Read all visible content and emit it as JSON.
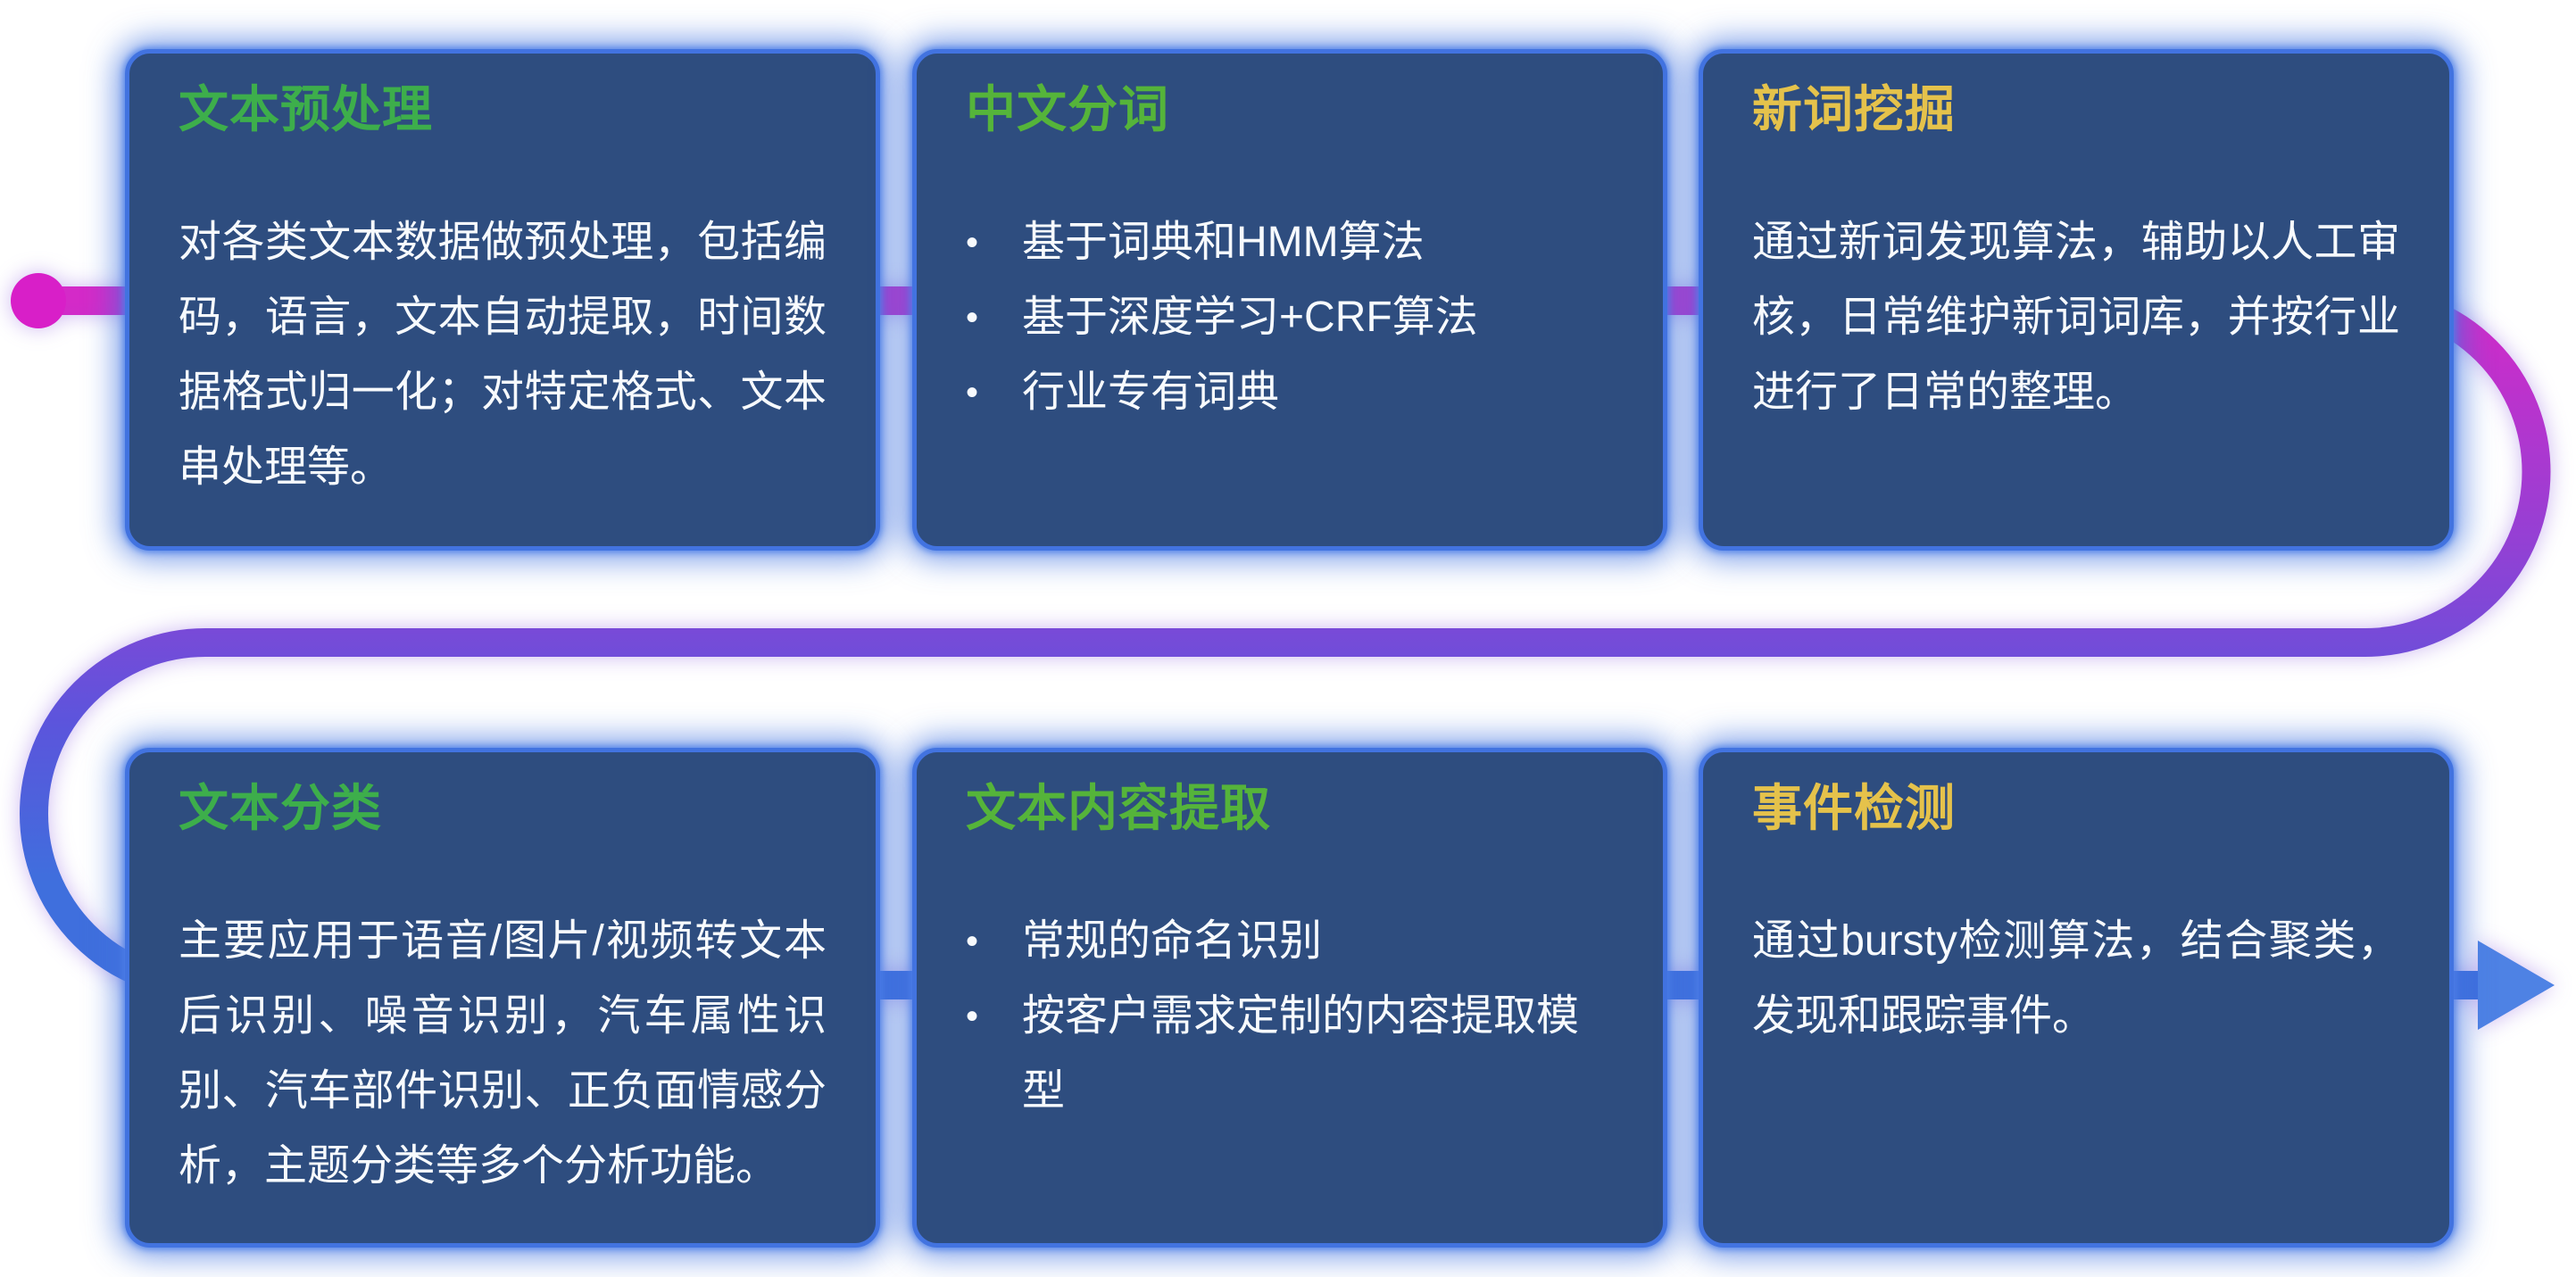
{
  "ui": {
    "bullet": "•"
  },
  "flow": {
    "start_dot_color": "#d81fc8",
    "arrow_color": "#4e82e4",
    "gradient": [
      "#d42ac8",
      "#9440d4",
      "#5b55dc",
      "#3f6fdd"
    ]
  },
  "cards": [
    {
      "id": "text-preprocessing",
      "title": "文本预处理",
      "title_color": "#3dae4b",
      "body": "对各类文本数据做预处理，包括编码，语言，文本自动提取，时间数据格式归一化；对特定格式、文本串处理等。"
    },
    {
      "id": "chinese-word-segmentation",
      "title": "中文分词",
      "title_color": "#55b43a",
      "bullets": [
        "基于词典和HMM算法",
        "基于深度学习+CRF算法",
        "行业专有词典"
      ]
    },
    {
      "id": "new-word-mining",
      "title": "新词挖掘",
      "title_color": "#e5c24b",
      "body": "通过新词发现算法，辅助以人工审核，日常维护新词词库，并按行业进行了日常的整理。"
    },
    {
      "id": "text-classification",
      "title": "文本分类",
      "title_color": "#3dae4b",
      "body": "主要应用于语音/图片/视频转文本后识别、噪音识别，汽车属性识别、汽车部件识别、正负面情感分析，主题分类等多个分析功能。"
    },
    {
      "id": "text-content-extraction",
      "title": "文本内容提取",
      "title_color": "#55b43a",
      "bullets": [
        "常规的命名识别",
        "按客户需求定制的内容提取模型"
      ]
    },
    {
      "id": "event-detection",
      "title": "事件检测",
      "title_color": "#e5c24b",
      "body": "通过bursty检测算法，结合聚类，发现和跟踪事件。"
    }
  ]
}
